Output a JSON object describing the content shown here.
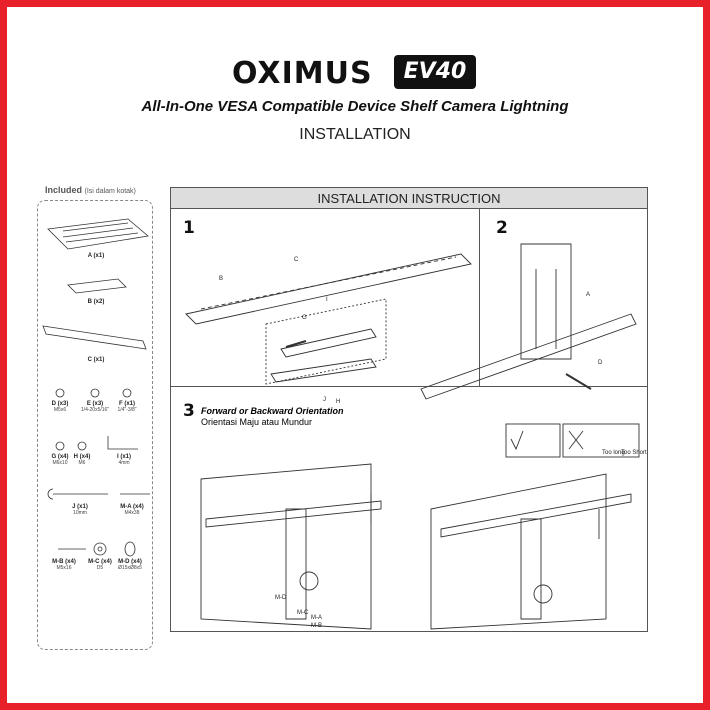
{
  "brand": "OXIMUS",
  "model": "EV40",
  "subtitle": "All-In-One VESA Compatible Device Shelf Camera Lightning",
  "heading": "INSTALLATION",
  "included": {
    "title": "Included",
    "subtitle": "(Isi dalam kotak)",
    "parts": [
      {
        "name": "A (x1)",
        "spec": ""
      },
      {
        "name": "B (x2)",
        "spec": ""
      },
      {
        "name": "C (x1)",
        "spec": ""
      },
      {
        "name": "D (x3)",
        "spec": "M5x6"
      },
      {
        "name": "E (x3)",
        "spec": "1/4-20x5/16\""
      },
      {
        "name": "F (x1)",
        "spec": "1/4\"-3/8\""
      },
      {
        "name": "G (x4)",
        "spec": "M6x10"
      },
      {
        "name": "H (x4)",
        "spec": "M6"
      },
      {
        "name": "I (x1)",
        "spec": "4mm"
      },
      {
        "name": "J (x1)",
        "spec": "10mm"
      },
      {
        "name": "M-A (x4)",
        "spec": "M4x38"
      },
      {
        "name": "M-B (x4)",
        "spec": "M5x16"
      },
      {
        "name": "M-C (x4)",
        "spec": "D5"
      },
      {
        "name": "M-D (x4)",
        "spec": "Ø15xØ8x5"
      }
    ]
  },
  "instructions": {
    "title": "INSTALLATION INSTRUCTION",
    "step1": {
      "number": "1",
      "labels": [
        "B",
        "C",
        "I",
        "G",
        "J",
        "H"
      ]
    },
    "step2": {
      "number": "2",
      "labels": [
        "A",
        "D"
      ]
    },
    "step3": {
      "number": "3",
      "title": "Forward or Backward Orientation",
      "subtitle": "Orientasi Maju atau Mundur",
      "wrong_labels": [
        "Too long",
        "Too Short"
      ],
      "labels": [
        "M-D",
        "M-C",
        "M-A",
        "M-B"
      ]
    }
  }
}
